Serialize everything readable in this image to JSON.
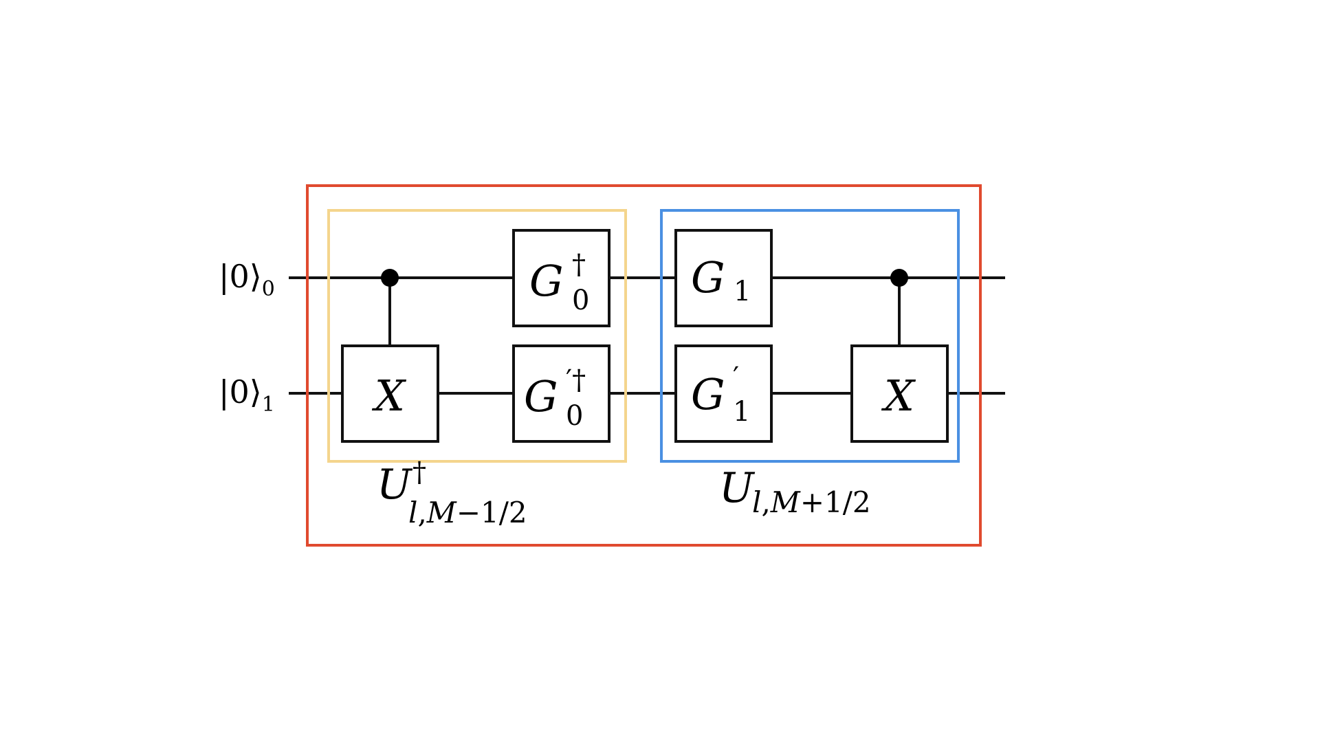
{
  "colors": {
    "outer_frame": "#e04a2f",
    "left_block": "#f4d58d",
    "right_block": "#4a90e2",
    "wire": "#111111"
  },
  "qubits": [
    {
      "ket": "|0⟩",
      "index": "0"
    },
    {
      "ket": "|0⟩",
      "index": "1"
    }
  ],
  "gates": {
    "g0_dag": {
      "base": "G",
      "sup": "†",
      "sub": "0"
    },
    "g0p_dag": {
      "base": "G",
      "sup": "′†",
      "sub": "0"
    },
    "g1": {
      "base": "G",
      "sub": "1"
    },
    "g1p": {
      "base": "G",
      "sup": "′",
      "sub": "1"
    },
    "x_left": {
      "base": "X"
    },
    "x_right": {
      "base": "X"
    }
  },
  "blocks": {
    "left": {
      "base": "U",
      "sup": "†",
      "sub_l": "l",
      "sub_comma": ",",
      "sub_m": "M",
      "sub_rest": "−1/2"
    },
    "right": {
      "base": "U",
      "sub_l": "l",
      "sub_comma": ",",
      "sub_m": "M",
      "sub_rest": "+1/2"
    }
  }
}
